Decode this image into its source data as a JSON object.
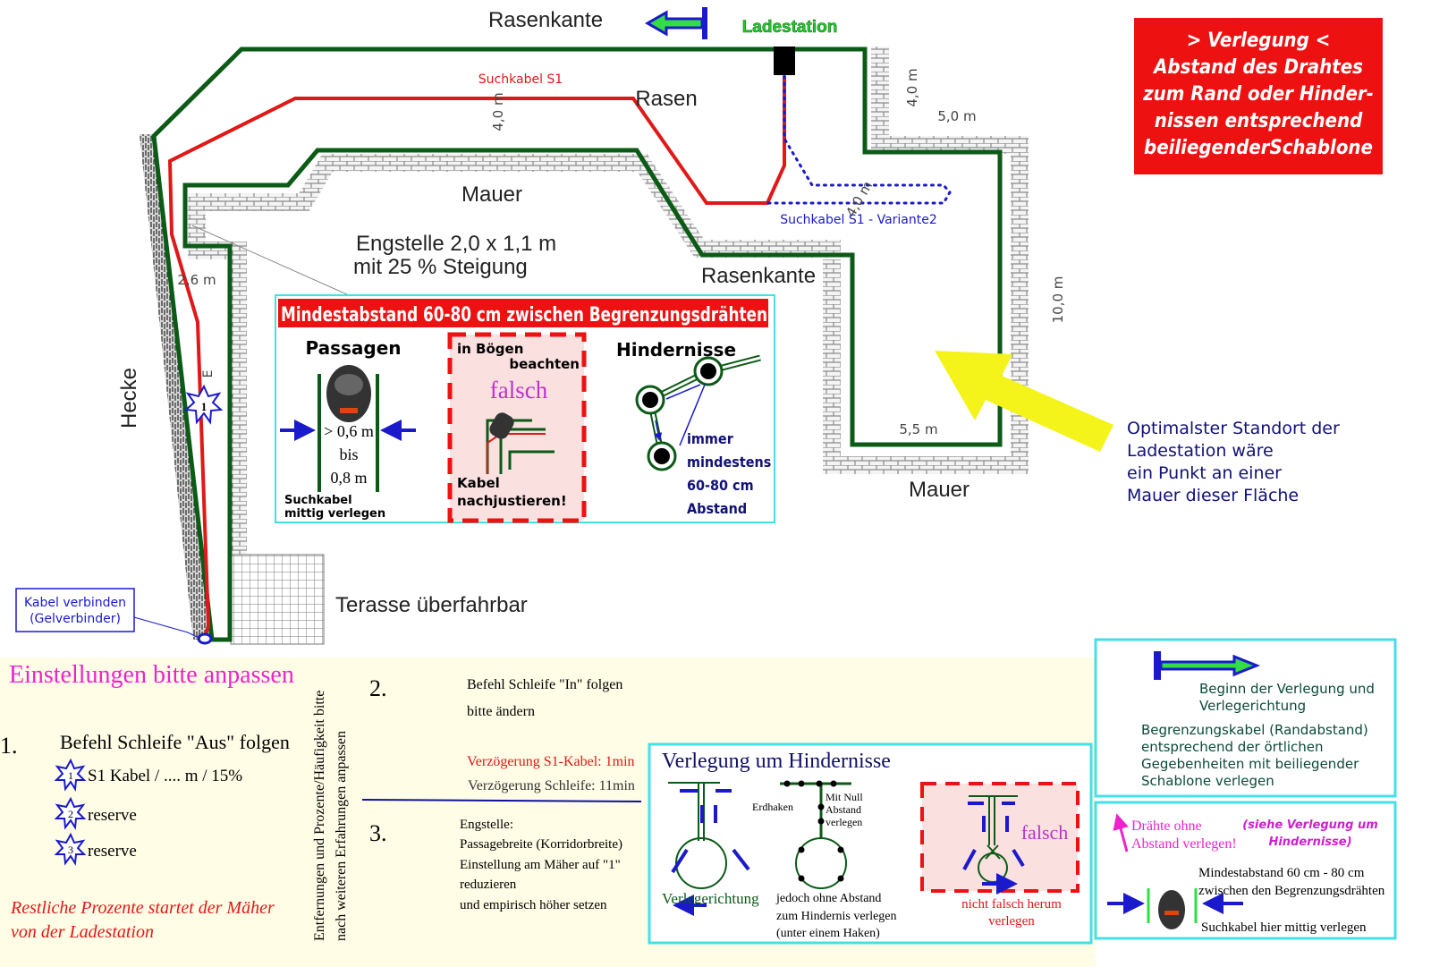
{
  "colors": {
    "boundary_wire": "#0b5a16",
    "search_wire": "#e01818",
    "variant_wire": "#1a1acc",
    "info_red": "#ee1111",
    "note_navy": "#111177",
    "cyan_frame": "#44e0e8",
    "magenta": "#ee22cc",
    "highlight_yellow": "#f4f41a"
  },
  "plan": {
    "rasenkante_top": "Rasenkante",
    "ladestation": "Ladestation",
    "suchkabel_s1": "Suchkabel S1",
    "rasen": "Rasen",
    "dim_4m_a": "4,0 m",
    "dim_4m_b": "4,0 m",
    "dim_5m": "5,0 m",
    "dim_4m_diag": "4,0 m",
    "suchkabel_variante": "Suchkabel S1 - Variante2",
    "mauer_top": "Mauer",
    "engstelle_line1": "Engstelle 2,0 x 1,1 m",
    "engstelle_line2": "mit 25 % Steigung",
    "rasenkante_mid": "Rasenkante",
    "dim_2_6m": "2,6 m",
    "dim_10m": "10,0 m",
    "dim_5_5m": "5,5 m",
    "mauer_bottom": "Mauer",
    "hecke": "Hecke",
    "dim_left": "E",
    "star_1": "1",
    "kabel_verbinden_1": "Kabel verbinden",
    "kabel_verbinden_2": "(Gelverbinder)",
    "terasse": "Terasse überfahrbar"
  },
  "info_box": {
    "lines": [
      "> Verlegung <",
      "Abstand des Drahtes",
      "zum Rand oder Hinder-",
      "nissen entsprechend",
      "beiliegenderSchablone"
    ]
  },
  "standort_note": {
    "lines": [
      "Optimalster Standort der",
      "Ladestation wäre",
      "ein Punkt an einer",
      "Mauer dieser Fläche"
    ]
  },
  "mindest_panel": {
    "title": "Mindestabstand 60-80 cm zwischen Begrenzungsdrähten",
    "passagen": "Passagen",
    "gt": "> 0,6 m",
    "bis": "bis",
    "val08": "0,8 m",
    "suchkabel_1": "Suchkabel",
    "suchkabel_2": "mittig verlegen",
    "boegen_1": "in Bögen",
    "boegen_2": "beachten",
    "falsch": "falsch",
    "kabel_1": "Kabel",
    "kabel_2": "nachjustieren!",
    "hindernisse": "Hindernisse",
    "immer": [
      "immer",
      "mindestens",
      "60-80 cm",
      "Abstand"
    ]
  },
  "settings": {
    "title": "Einstellungen bitte anpassen",
    "step1_num": "1.",
    "step1_label": "Befehl Schleife \"Aus\" folgen",
    "items": [
      {
        "star": "1",
        "label": "S1 Kabel / .... m / 15%"
      },
      {
        "star": "2",
        "label": "reserve"
      },
      {
        "star": "3",
        "label": "reserve"
      }
    ],
    "rest_1": "Restliche Prozente  startet der Mäher",
    "rest_2": "von der Ladestation",
    "vertical_1": "Entfernungen und Prozente/Häufigkeit bitte",
    "vertical_2": "nach weiteren Erfahrungen anpassen",
    "step2_num": "2.",
    "step2_label": "Befehl Schleife \"In\" folgen",
    "step2_sub": "bitte ändern",
    "delay_s1": "Verzögerung S1-Kabel: 1min",
    "delay_loop": "Verzögerung Schleife: 11min",
    "step3_num": "3.",
    "step3_lines": [
      "Engstelle:",
      "Passagebreite (Korridorbreite)",
      "Einstellung am Mäher auf \"1\"",
      "reduzieren",
      "und empirisch höher setzen"
    ]
  },
  "hindernisse_panel": {
    "title": "Verlegung um Hindernisse",
    "verlegerichtung": "Verlegerichtung",
    "erdhaken": "Erdhaken",
    "mit_null": [
      "Mit Null",
      "Abstand",
      "verlegen"
    ],
    "ohne_abstand": [
      "jedoch ohne Abstand",
      "zum Hindernis verlegen",
      "(unter einem Haken)"
    ],
    "falsch": "falsch",
    "nicht_falsch": [
      "nicht falsch herum",
      "verlegen"
    ]
  },
  "legend_panel": {
    "beginn": [
      "Beginn der Verlegung und",
      "Verlegerichtung"
    ],
    "begrenzung": [
      "Begrenzungskabel (Randabstand)",
      "entsprechend der örtlichen",
      "Gegebenheiten mit beiliegender",
      "Schablone verlegen"
    ]
  },
  "wire_panel": {
    "draehte": [
      "Drähte ohne",
      "Abstand verlegen!"
    ],
    "siehe": [
      "(siehe Verlegung um",
      "Hindernisse)"
    ],
    "mindest": [
      "Mindestabstand 60 cm - 80 cm",
      "zwischen den Begrenzungsdrähten"
    ],
    "suchkabel": "Suchkabel hier mittig verlegen"
  }
}
